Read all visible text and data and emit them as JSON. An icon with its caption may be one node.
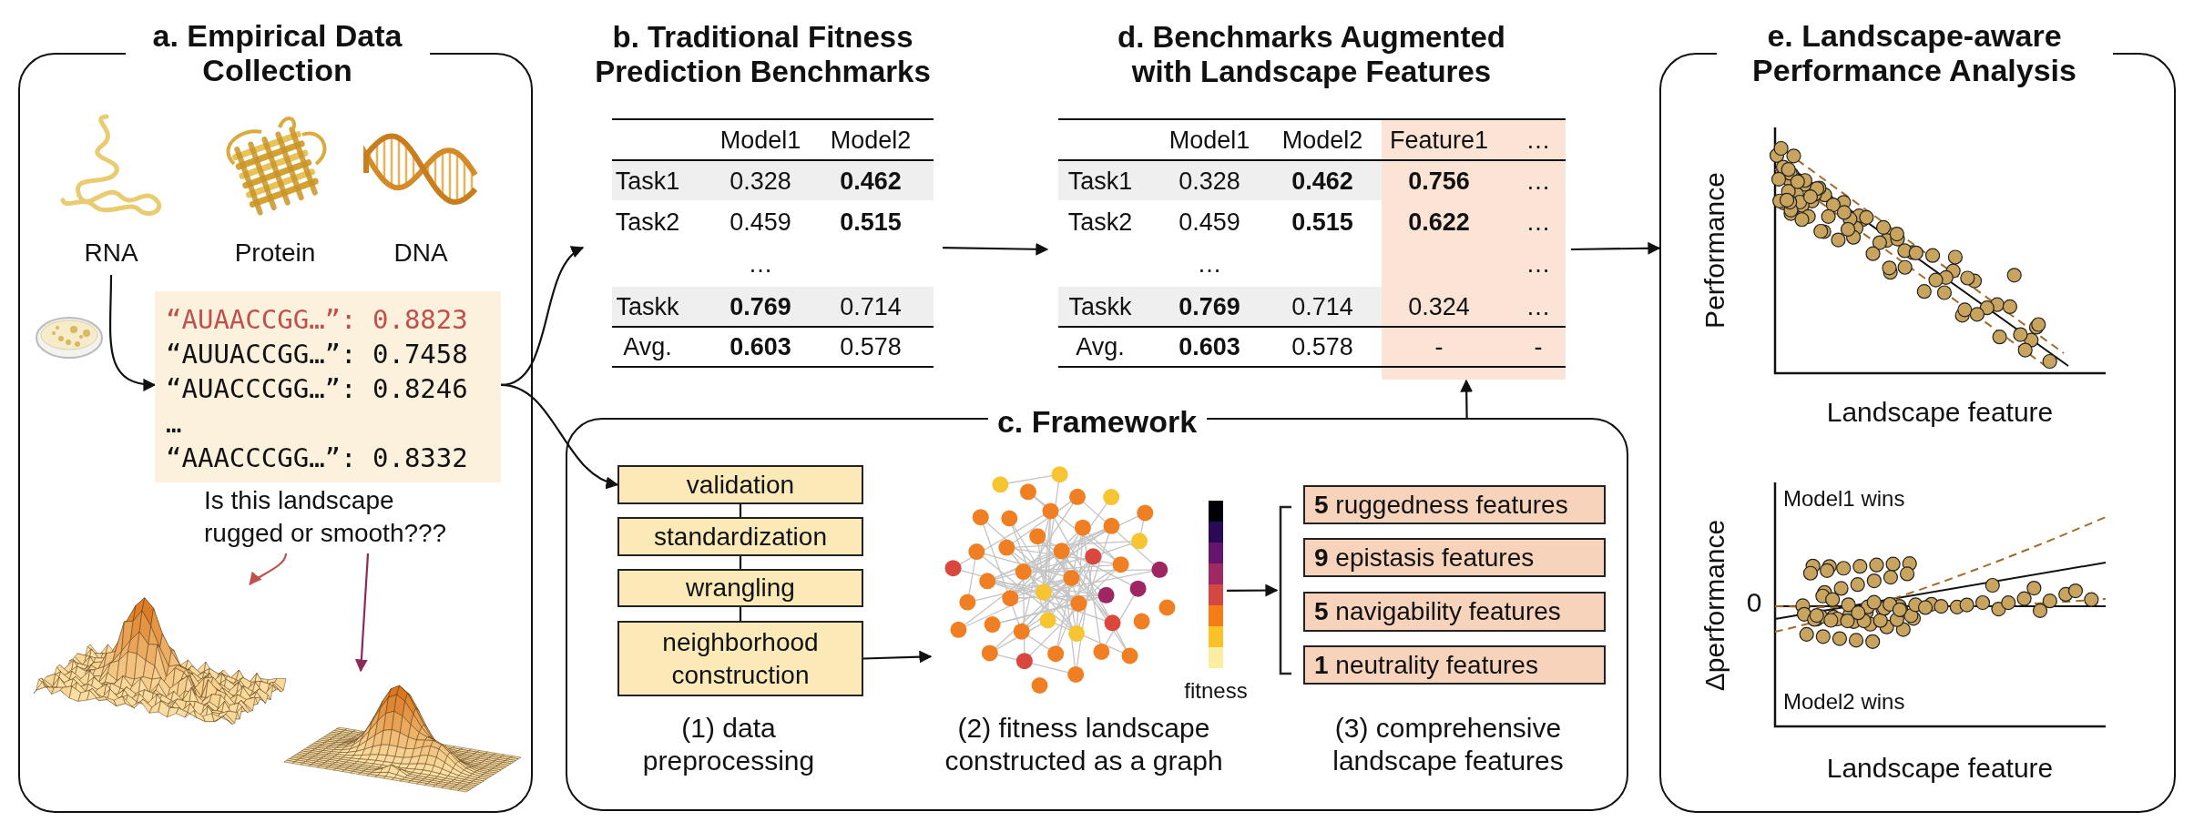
{
  "diagram": {
    "nodes": [
      {
        "text": [
          "a. Empirical Data Collection"
        ]
      },
      {
        "text": [
          "RNA"
        ],
        "in": 0
      },
      {
        "text": [
          "Protein"
        ],
        "in": 0
      },
      {
        "text": [
          "DNA"
        ],
        "in": 0
      },
      {
        "text": [
          "“AUAACCGG…”: 0.8823",
          "“AUUACCGG…”: 0.7458",
          "“AUACCCGG…”: 0.8246",
          "…",
          "“AAACCCGG…”: 0.8332"
        ],
        "in": 0
      },
      {
        "text": [
          "Is this landscape rugged or smooth???"
        ],
        "in": 0
      },
      {
        "text": [],
        "shape": "picture",
        "in": 0
      },
      {
        "text": [],
        "shape": "picture",
        "in": 0
      },
      {
        "text": [
          "b. Traditional Fitness Prediction Benchmarks",
          "Model1",
          "Model2",
          "Task1",
          "0.328",
          "0.462",
          "Task2",
          "0.459",
          "0.515",
          "…",
          "Taskk",
          "0.769",
          "0.714",
          "Avg.",
          "0.603",
          "0.578"
        ]
      },
      {
        "text": [
          "d. Benchmarks Augmented with Landscape Features",
          "Model1",
          "Model2",
          "Feature1",
          "…",
          "Task1",
          "0.328",
          "0.462",
          "0.756",
          "…",
          "Task2",
          "0.459",
          "0.515",
          "0.622",
          "…",
          "…",
          "…",
          "Taskk",
          "0.769",
          "0.714",
          "0.324",
          "…",
          "Avg.",
          "0.603",
          "0.578",
          "-",
          "-"
        ]
      },
      {
        "text": [
          "c. Framework"
        ]
      },
      {
        "text": [
          "validation"
        ],
        "in": 10
      },
      {
        "text": [
          "standardization"
        ],
        "in": 10
      },
      {
        "text": [
          "wrangling"
        ],
        "in": 10
      },
      {
        "text": [
          "neighborhood construction"
        ],
        "in": 10
      },
      {
        "text": [],
        "shape": "picture",
        "in": 10
      },
      {
        "text": [],
        "shape": "bracket",
        "in": 10
      },
      {
        "text": [
          "**5** ruggedness features"
        ],
        "in": 10
      },
      {
        "text": [
          "**9** epistasis features"
        ],
        "in": 10
      },
      {
        "text": [
          "**5** navigability features"
        ],
        "in": 10
      },
      {
        "text": [
          "**1** neutrality features"
        ],
        "in": 10
      },
      {
        "text": [
          "e. Landscape-aware Performance Analysis"
        ]
      }
    ],
    "edges": [
      {
        "from": 1,
        "to": 4,
        "arrow": "to"
      },
      {
        "from": 4,
        "to": 8,
        "arrow": "to"
      },
      {
        "from": 4,
        "to": 11,
        "arrow": "to"
      },
      {
        "from": 5,
        "to": 6,
        "arrow": "to",
        "color": "#c0504d"
      },
      {
        "from": 5,
        "to": 7,
        "arrow": "to",
        "color": "#8b2a5b"
      },
      {
        "from": 8,
        "to": 9,
        "arrow": "to"
      },
      {
        "from": 9,
        "to": 21,
        "arrow": "to"
      },
      {
        "from": 11,
        "to": 12,
        "arrow": "none"
      },
      {
        "from": 12,
        "to": 13,
        "arrow": "none"
      },
      {
        "from": 13,
        "to": 14,
        "arrow": "none"
      },
      {
        "from": 14,
        "to": 15,
        "arrow": "to"
      },
      {
        "from": 15,
        "to": 16,
        "arrow": "to"
      },
      {
        "from": 10,
        "to": 9,
        "arrow": "to"
      }
    ],
    "labels": [
      "fitness",
      "(1) data preprocessing",
      "(2) fitness landscape constructed as a graph",
      "(3) comprehensive landscape features",
      "Performance",
      "Landscape feature",
      "Model1 wins",
      "Δperformance",
      "0",
      "Model2 wins",
      "Landscape feature"
    ]
  }
}
